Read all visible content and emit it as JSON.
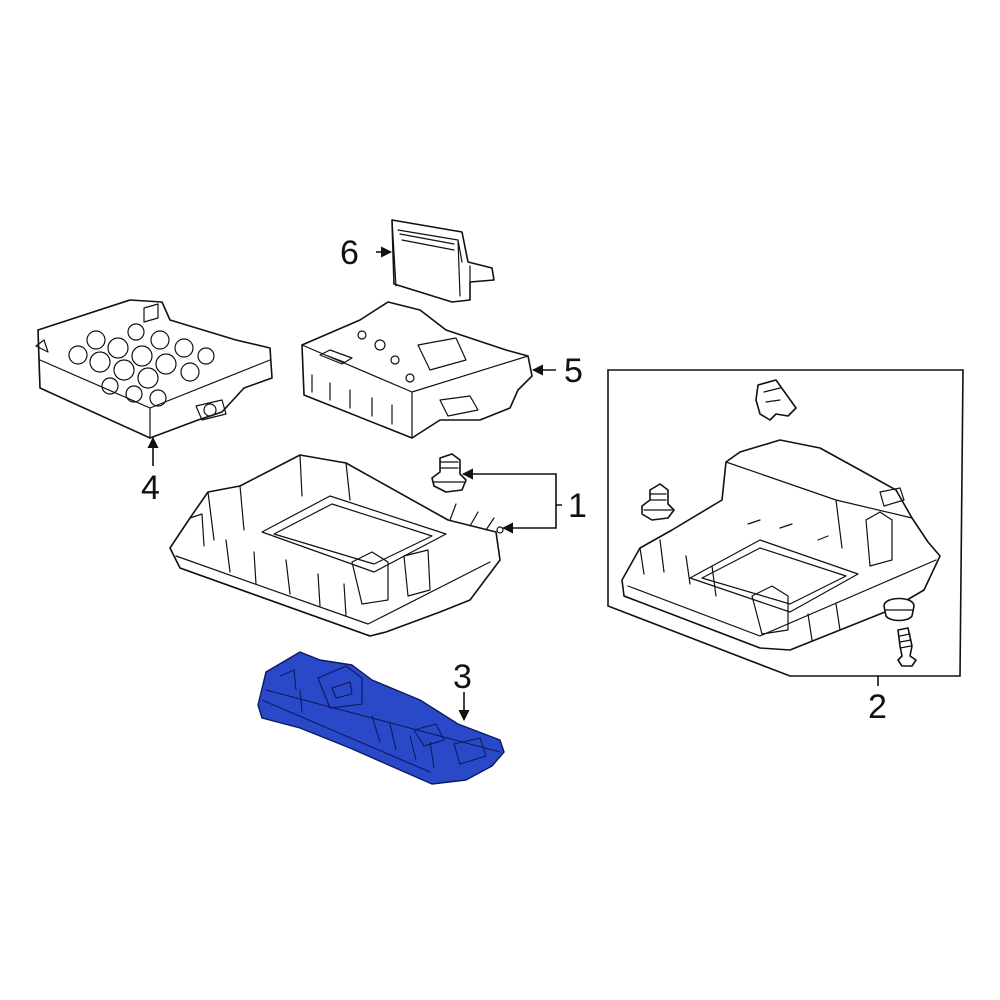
{
  "callouts": {
    "c1": "1",
    "c2": "2",
    "c3": "3",
    "c4": "4",
    "c5": "5",
    "c6": "6"
  },
  "colors": {
    "highlight": "#2a49c8",
    "line": "#111111",
    "background": "#ffffff"
  }
}
